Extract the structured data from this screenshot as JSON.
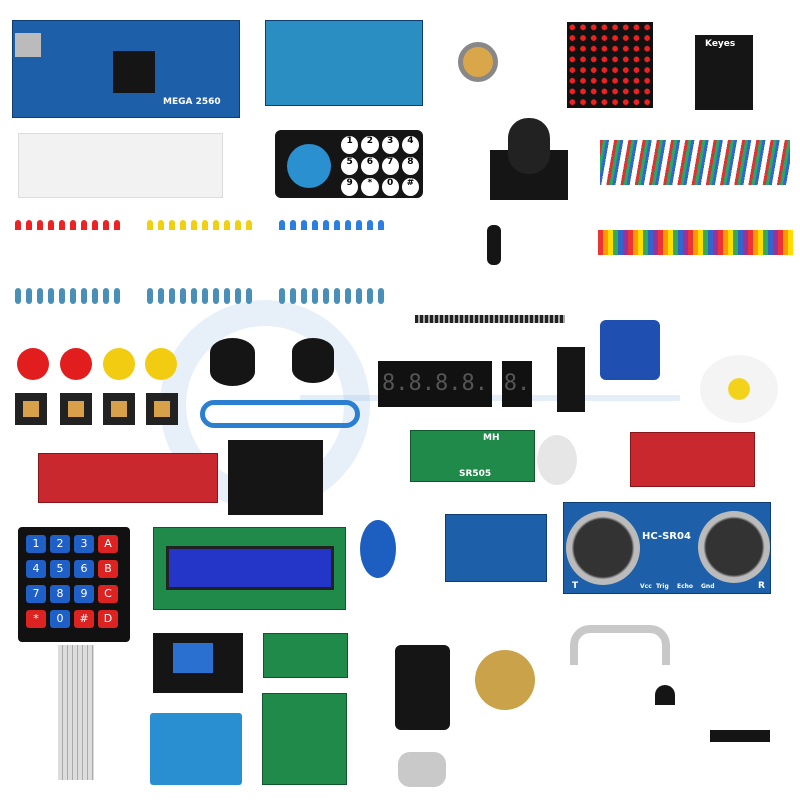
{
  "mega_board": {
    "label": "MEGA 2560"
  },
  "ultrasonic": {
    "label": "HC-SR04",
    "pins": [
      "Vcc",
      "Trig",
      "Echo",
      "Gnd"
    ],
    "side_left": "T",
    "side_right": "R"
  },
  "pir": {
    "brand": "MH",
    "label": "SR505"
  },
  "seven_segment": {
    "four_digit": "8.8.8.8.",
    "single_digit": "8."
  },
  "keypad": {
    "keys": [
      "1",
      "2",
      "3",
      "A",
      "4",
      "5",
      "6",
      "B",
      "7",
      "8",
      "9",
      "C",
      "*",
      "0",
      "#",
      "D"
    ]
  },
  "remote": {
    "keys": [
      "1",
      "2",
      "3",
      "4",
      "5",
      "6",
      "7",
      "8",
      "9",
      "*",
      "0",
      "#"
    ]
  },
  "joystick_module": {
    "label": "Keyes"
  },
  "colors": {
    "pcb_blue": "#1d5fa8",
    "pcb_red": "#c8282e",
    "pcb_green": "#1f8a4a",
    "lcd": "#2336c8"
  }
}
